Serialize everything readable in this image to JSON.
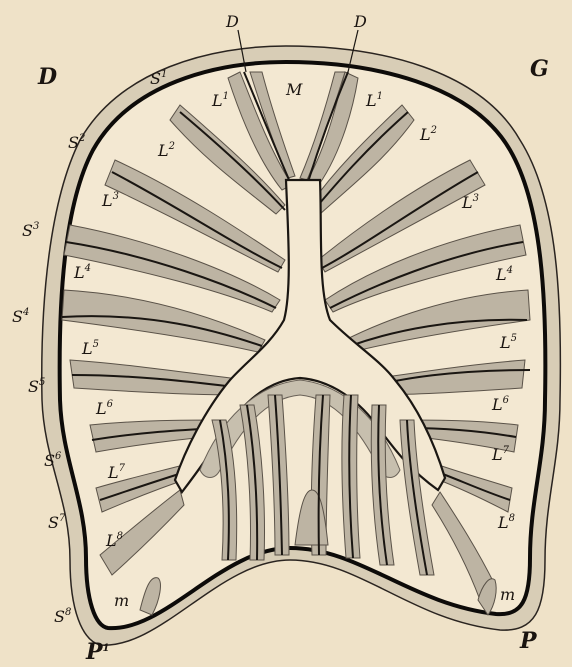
{
  "corners": {
    "top_left": "D",
    "top_right": "G",
    "bottom_left": "P",
    "bottom_left_sup": "1",
    "bottom_right": "P"
  },
  "top_labels": {
    "left": "D",
    "right": "D",
    "center": "M"
  },
  "segments": [
    {
      "base": "S",
      "sup": "1"
    },
    {
      "base": "S",
      "sup": "2"
    },
    {
      "base": "S",
      "sup": "3"
    },
    {
      "base": "S",
      "sup": "4"
    },
    {
      "base": "S",
      "sup": "5"
    },
    {
      "base": "S",
      "sup": "6"
    },
    {
      "base": "S",
      "sup": "7"
    },
    {
      "base": "S",
      "sup": "8"
    }
  ],
  "left_lobes": [
    {
      "base": "L",
      "sup": "1"
    },
    {
      "base": "L",
      "sup": "2"
    },
    {
      "base": "L",
      "sup": "3"
    },
    {
      "base": "L",
      "sup": "4"
    },
    {
      "base": "L",
      "sup": "5"
    },
    {
      "base": "L",
      "sup": "6"
    },
    {
      "base": "L",
      "sup": "7"
    },
    {
      "base": "L",
      "sup": "8"
    }
  ],
  "right_lobes": [
    {
      "base": "L",
      "sup": "1"
    },
    {
      "base": "L",
      "sup": "2"
    },
    {
      "base": "L",
      "sup": "3"
    },
    {
      "base": "L",
      "sup": "4"
    },
    {
      "base": "L",
      "sup": "5"
    },
    {
      "base": "L",
      "sup": "6"
    },
    {
      "base": "L",
      "sup": "7"
    },
    {
      "base": "L",
      "sup": "8"
    }
  ],
  "muscle_labels": {
    "left": "m",
    "right": "m"
  }
}
